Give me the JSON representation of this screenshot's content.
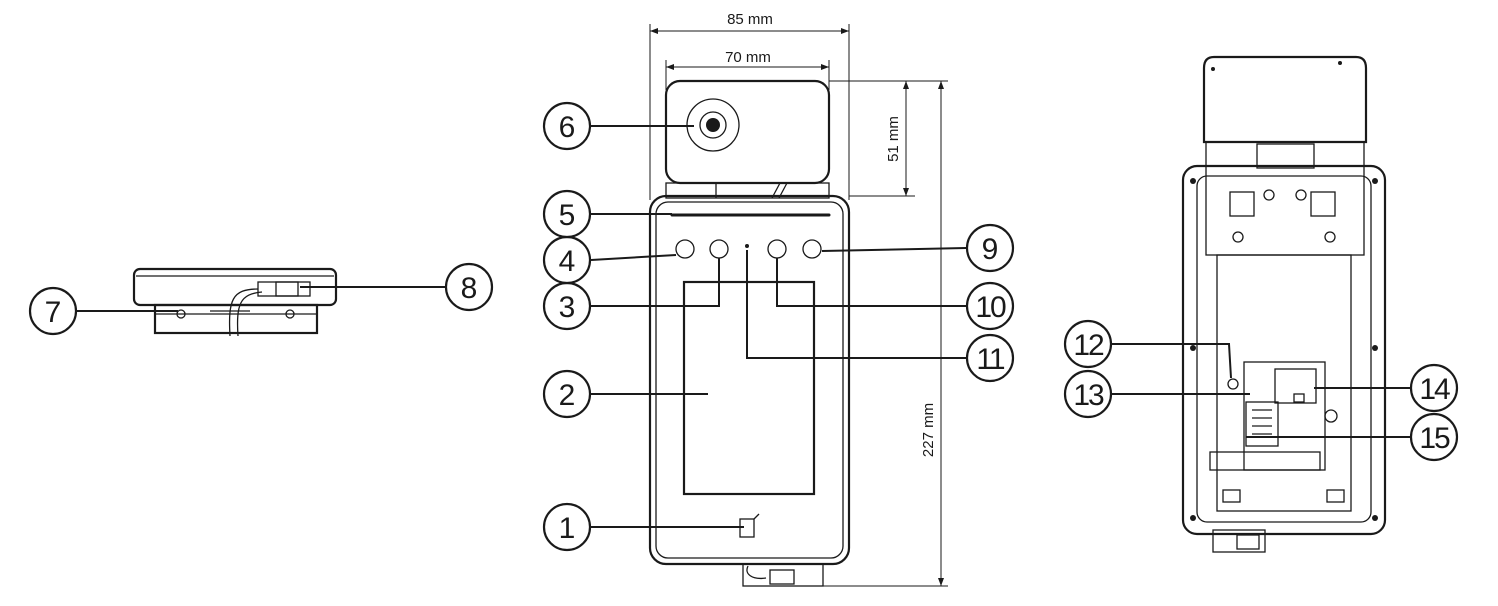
{
  "dimensions": {
    "width_outer": "85 mm",
    "width_inner": "70 mm",
    "camera_height": "51 mm",
    "total_height": "227 mm"
  },
  "callouts": [
    {
      "id": "1",
      "label": "1"
    },
    {
      "id": "2",
      "label": "2"
    },
    {
      "id": "3",
      "label": "3"
    },
    {
      "id": "4",
      "label": "4"
    },
    {
      "id": "5",
      "label": "5"
    },
    {
      "id": "6",
      "label": "6"
    },
    {
      "id": "7",
      "label": "7"
    },
    {
      "id": "8",
      "label": "8"
    },
    {
      "id": "9",
      "label": "9"
    },
    {
      "id": "10",
      "label": "10"
    },
    {
      "id": "11",
      "label": "11"
    },
    {
      "id": "12",
      "label": "12"
    },
    {
      "id": "13",
      "label": "13"
    },
    {
      "id": "14",
      "label": "14"
    },
    {
      "id": "15",
      "label": "15"
    }
  ]
}
